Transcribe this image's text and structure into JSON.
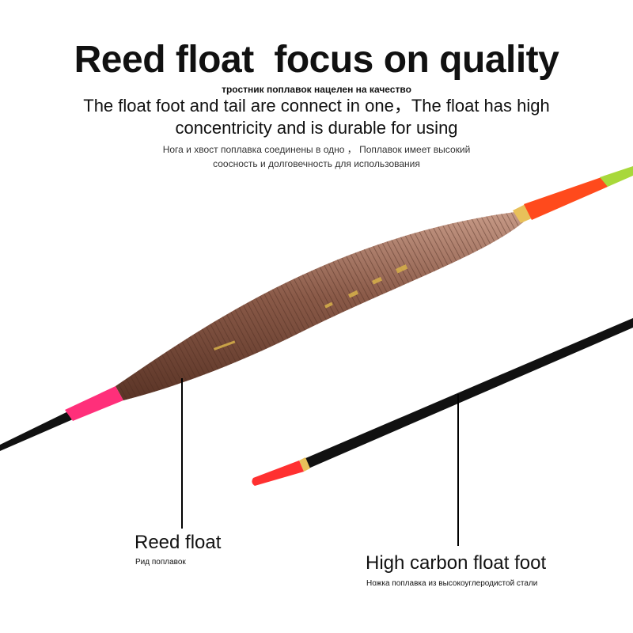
{
  "header": {
    "title": "Reed float  focus on quality",
    "subtitle_ru": "тростник поплавок нацелен на качество"
  },
  "description": {
    "line1": "The float foot and tail are connect in one，The float has high",
    "line2": "concentricity and is durable for using",
    "ru_line1": "Нога и хвост поплавка соединены в одно ， Поплавок имеет высокий",
    "ru_line2": "соосность и долговечность для использования"
  },
  "callouts": {
    "reed_float": {
      "label": "Reed float",
      "label_ru": "Рид поплавок"
    },
    "carbon_foot": {
      "label": "High carbon float foot",
      "label_ru": "Ножка поплавка из высокоуглеродистой стали"
    }
  },
  "colors": {
    "background": "#ffffff",
    "reed_body": "#8a5a48",
    "tip_orange": "#ff4a1c",
    "tip_green": "#a8d83a",
    "pink_wrap": "#ff2f7a",
    "carbon_black": "#111111",
    "foot_tip_red": "#ff3030"
  }
}
